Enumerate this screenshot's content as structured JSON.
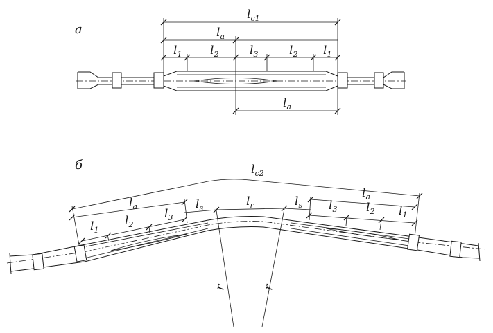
{
  "figure_a": {
    "panel_label": "a",
    "labels": {
      "lc1": {
        "main": "l",
        "sub": "c1"
      },
      "la_top": {
        "main": "l",
        "sub": "a"
      },
      "l1_left": {
        "main": "l",
        "sub": "1"
      },
      "l2_left": {
        "main": "l",
        "sub": "2"
      },
      "l3": {
        "main": "l",
        "sub": "3"
      },
      "l2_right": {
        "main": "l",
        "sub": "2"
      },
      "l1_right": {
        "main": "l",
        "sub": "1"
      },
      "la_bottom": {
        "main": "l",
        "sub": "a"
      }
    }
  },
  "figure_b": {
    "panel_label": "б",
    "labels": {
      "lc2": {
        "main": "l",
        "sub": "c2"
      },
      "la_left": {
        "main": "l",
        "sub": "a"
      },
      "ls_left": {
        "main": "l",
        "sub": "s"
      },
      "lr": {
        "main": "l",
        "sub": "r"
      },
      "ls_right": {
        "main": "l",
        "sub": "s"
      },
      "la_right": {
        "main": "l",
        "sub": "a"
      },
      "l1_left": {
        "main": "l",
        "sub": "1"
      },
      "l2_left": {
        "main": "l",
        "sub": "2"
      },
      "l3_left": {
        "main": "l",
        "sub": "3"
      },
      "l3_right": {
        "main": "l",
        "sub": "3"
      },
      "l2_right": {
        "main": "l",
        "sub": "2"
      },
      "l1_right": {
        "main": "l",
        "sub": "1"
      },
      "r_left": "r",
      "r_right": "r"
    }
  }
}
